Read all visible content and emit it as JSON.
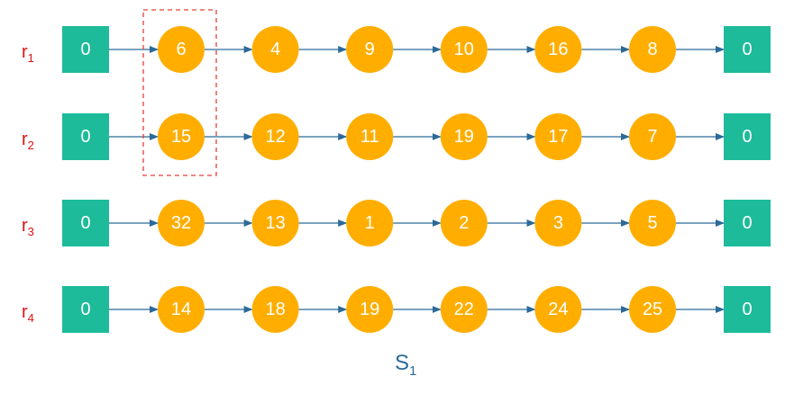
{
  "rows": [
    {
      "label": "r",
      "label_sub": "1",
      "start": "0",
      "nodes": [
        "6",
        "4",
        "9",
        "10",
        "16",
        "8"
      ],
      "end": "0"
    },
    {
      "label": "r",
      "label_sub": "2",
      "start": "0",
      "nodes": [
        "15",
        "12",
        "11",
        "19",
        "17",
        "7"
      ],
      "end": "0"
    },
    {
      "label": "r",
      "label_sub": "3",
      "start": "0",
      "nodes": [
        "32",
        "13",
        "1",
        "2",
        "3",
        "5"
      ],
      "end": "0"
    },
    {
      "label": "r",
      "label_sub": "4",
      "start": "0",
      "nodes": [
        "14",
        "18",
        "19",
        "22",
        "24",
        "25"
      ],
      "end": "0"
    }
  ],
  "highlight": {
    "node_index": 0,
    "rows": [
      0,
      1
    ],
    "style": "dashed",
    "color": "#e0403a"
  },
  "caption": {
    "text": "S",
    "sub": "1"
  },
  "colors": {
    "depot": "#1dbb9a",
    "node": "#ffae00",
    "arrow": "#2b6a99",
    "row_label": "#e01010",
    "caption": "#2b6a99",
    "text_on_shape": "#ffffff"
  }
}
